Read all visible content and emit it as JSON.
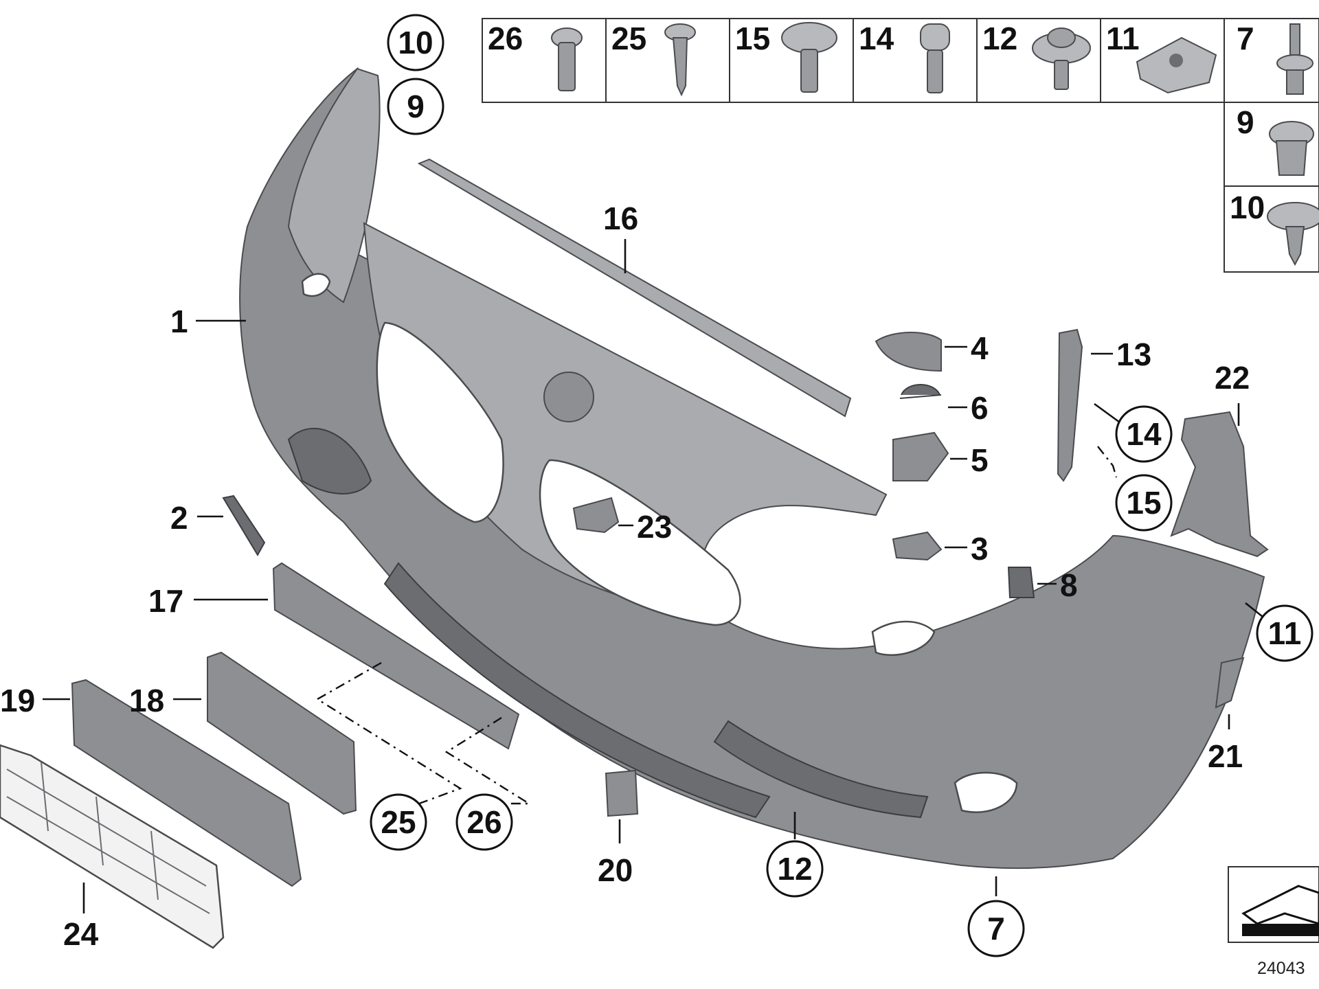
{
  "diagram": {
    "callouts_plain": [
      "1",
      "2",
      "3",
      "4",
      "5",
      "6",
      "8",
      "13",
      "16",
      "17",
      "18",
      "19",
      "20",
      "21",
      "22",
      "23",
      "24"
    ],
    "callouts_circled": [
      "10",
      "9",
      "14",
      "15",
      "11",
      "12",
      "7",
      "25",
      "26"
    ],
    "hardware_table": {
      "cells": [
        "26",
        "25",
        "15",
        "14",
        "12",
        "11",
        "7",
        "9",
        "10"
      ]
    },
    "drawing_code": "24043"
  }
}
